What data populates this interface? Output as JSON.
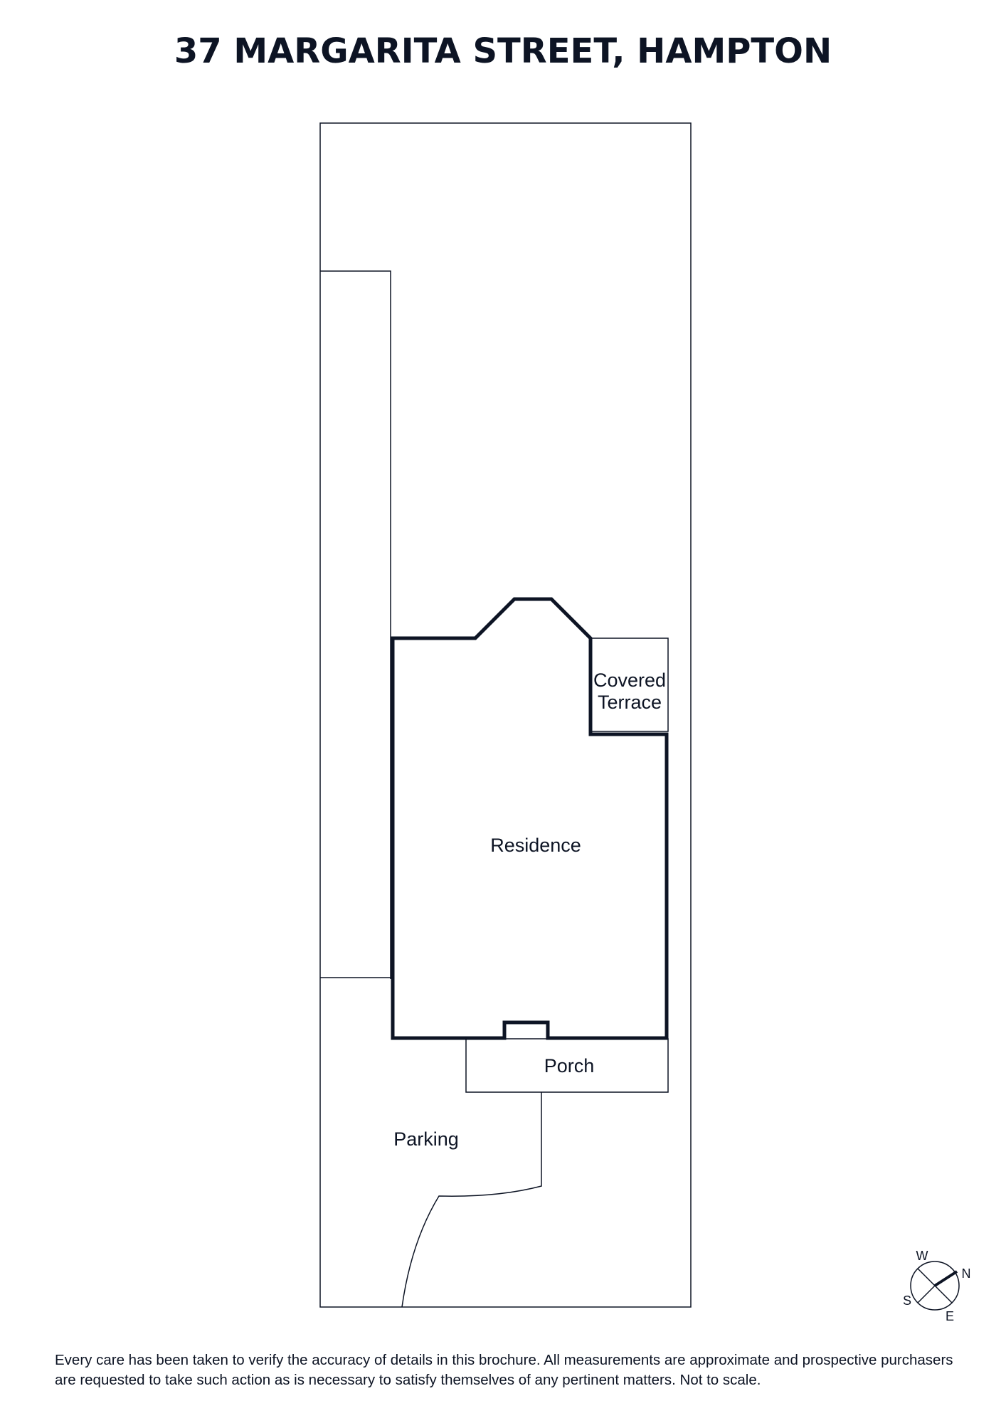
{
  "title": "37 MARGARITA STREET, HAMPTON",
  "rooms": {
    "covered_terrace_line1": "Covered",
    "covered_terrace_line2": "Terrace",
    "residence": "Residence",
    "porch": "Porch",
    "parking": "Parking"
  },
  "compass": {
    "north": "N",
    "south": "S",
    "east": "E",
    "west": "W"
  },
  "disclaimer": "Every care has been taken to verify the accuracy of details in this brochure. All measurements are approximate and prospective purchasers are requested to take such action as is necessary to satisfy themselves of any pertinent matters. Not to scale.",
  "colors": {
    "ink": "#0d1424",
    "background": "#ffffff"
  }
}
